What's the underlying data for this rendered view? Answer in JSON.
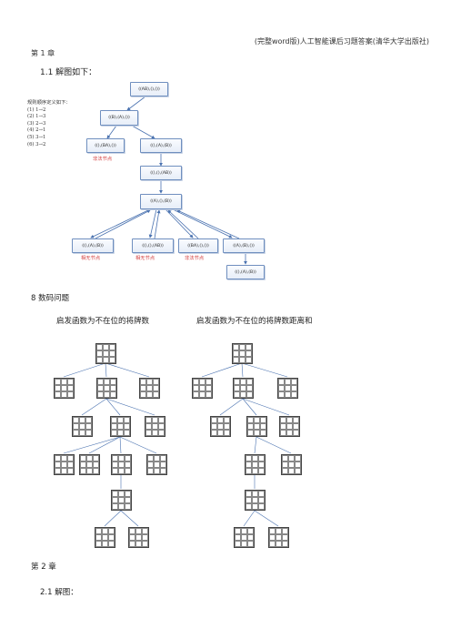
{
  "header": "(完整word版)人工智能课后习题答案(清华大学出版社)",
  "chapter1": "第 1 章",
  "section_1_1": "1.1  解图如下：",
  "rules": [
    "规则顺序定义如下：",
    "(1)  1→2",
    "(2)  1→3",
    "(3)  2→3",
    "(4)  2→1",
    "(5)  3→1",
    "(6)  3→2"
  ],
  "tree_nodes": {
    "root": "((AB),(),())",
    "n1": "((B),(A),())",
    "n2": "((),(BA),())",
    "n3": "((),(A),(B))",
    "n4": "((),(),(AB))",
    "n5": "((A),(),(B))",
    "n6": "((),(A),(B))",
    "n7": "((),(),(AB))",
    "n8": "((BA),(),())",
    "n9": "((A),(B),())",
    "n10": "((),(A),(B))"
  },
  "tree_notes": {
    "illegal1": "非法节点",
    "dup1": "相无节点",
    "dup2": "相无节点",
    "illegal2": "非法节点"
  },
  "section_8": "8 数码问题",
  "label_left": "启发函数为不在位的将牌数",
  "label_right": "启发函数为不在位的将牌数距离和",
  "chapter2": "第 2 章",
  "section_2_1": "2.1  解图："
}
